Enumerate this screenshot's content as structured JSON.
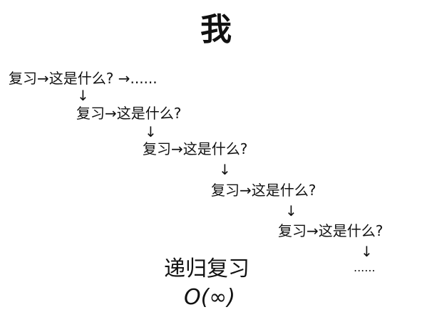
{
  "title": "我",
  "steps": [
    {
      "text": "复习→这是什么? →......",
      "arrow": "↓"
    },
    {
      "text": "复习→这是什么?",
      "arrow": "↓"
    },
    {
      "text": "复习→这是什么?",
      "arrow": "↓"
    },
    {
      "text": "复习→这是什么?",
      "arrow": "↓"
    },
    {
      "text": "复习→这是什么?",
      "arrow": "↓"
    }
  ],
  "ellipsis": "......",
  "caption": "递归复习",
  "complexity": "O(∞)"
}
